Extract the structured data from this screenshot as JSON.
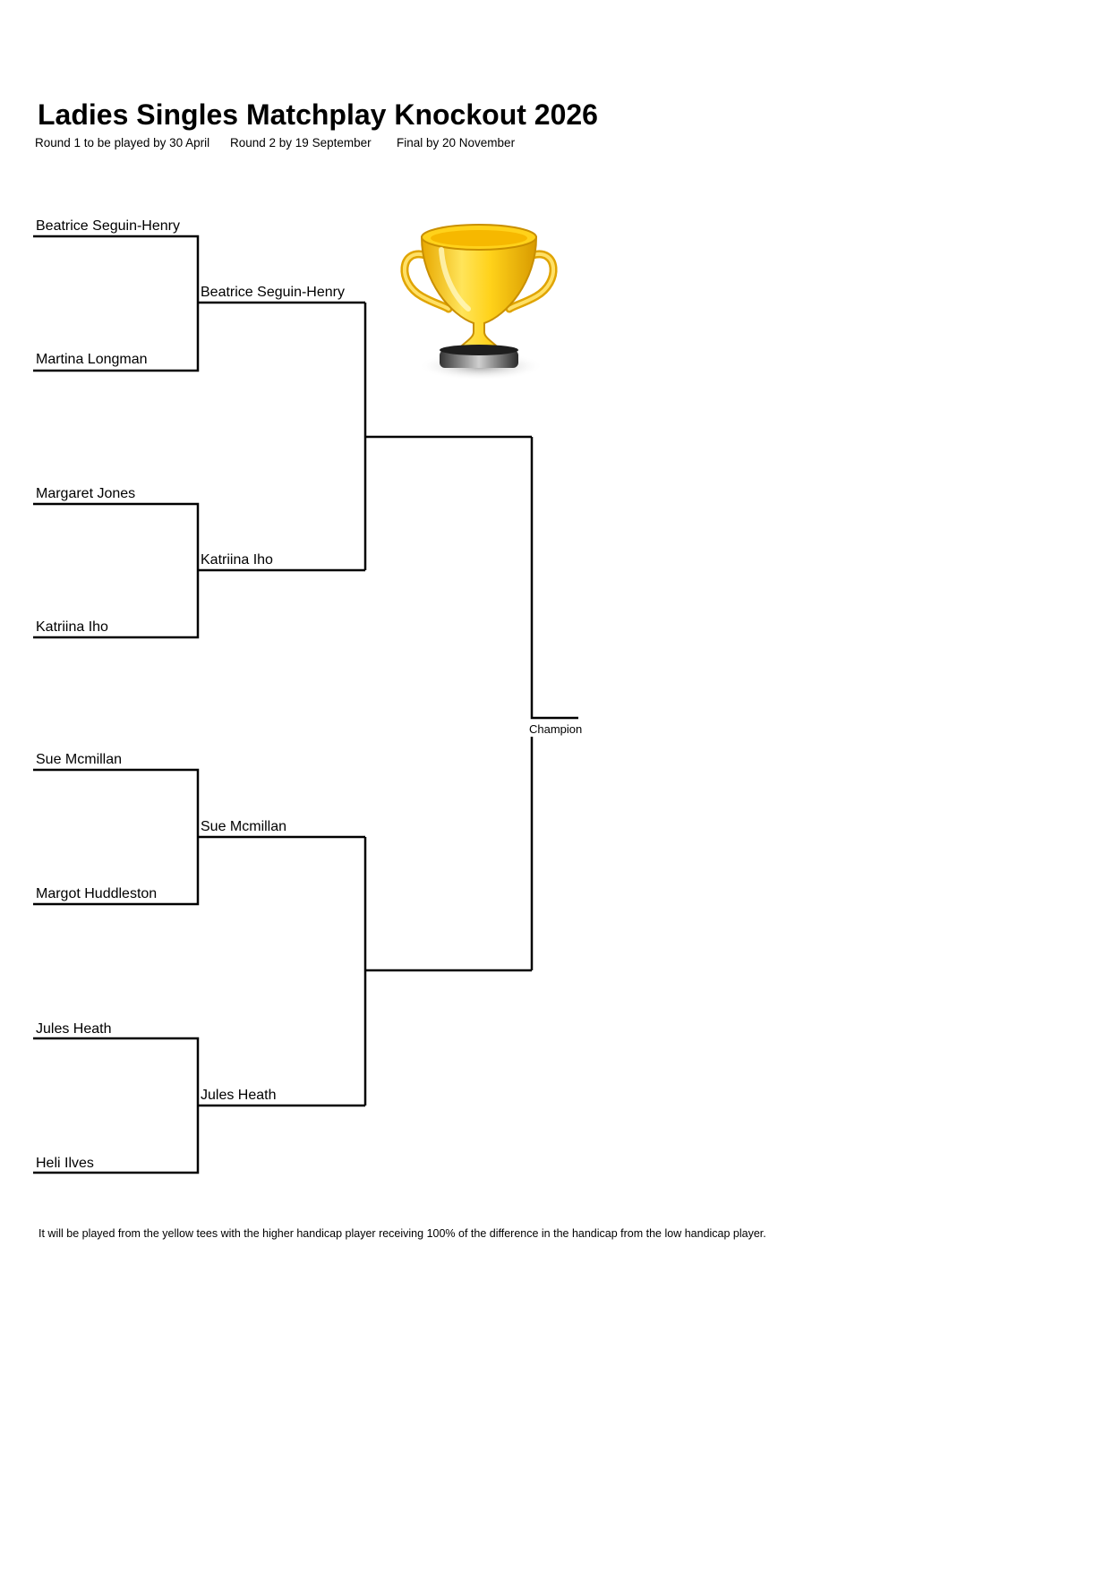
{
  "title": "Ladies Singles Matchplay Knockout 2026",
  "schedule": {
    "round1": "Round 1 to be played by 30 April",
    "round2": "Round 2 by 19 September",
    "final": "Final by 20 November"
  },
  "bracket": {
    "round1": [
      "Beatrice Seguin-Henry",
      "Martina Longman",
      "Margaret Jones",
      "Katriina Iho",
      "Sue Mcmillan",
      "Margot Huddleston",
      "Jules Heath",
      "Heli Ilves"
    ],
    "round2": [
      "Beatrice Seguin-Henry",
      "Katriina Iho",
      "Sue Mcmillan",
      "Jules Heath"
    ],
    "champion_label": "Champion"
  },
  "trophy_icon": "trophy-icon",
  "footer_note": "It will be played from the yellow tees with the higher handicap player receiving 100% of the difference in the handicap from the low handicap player."
}
